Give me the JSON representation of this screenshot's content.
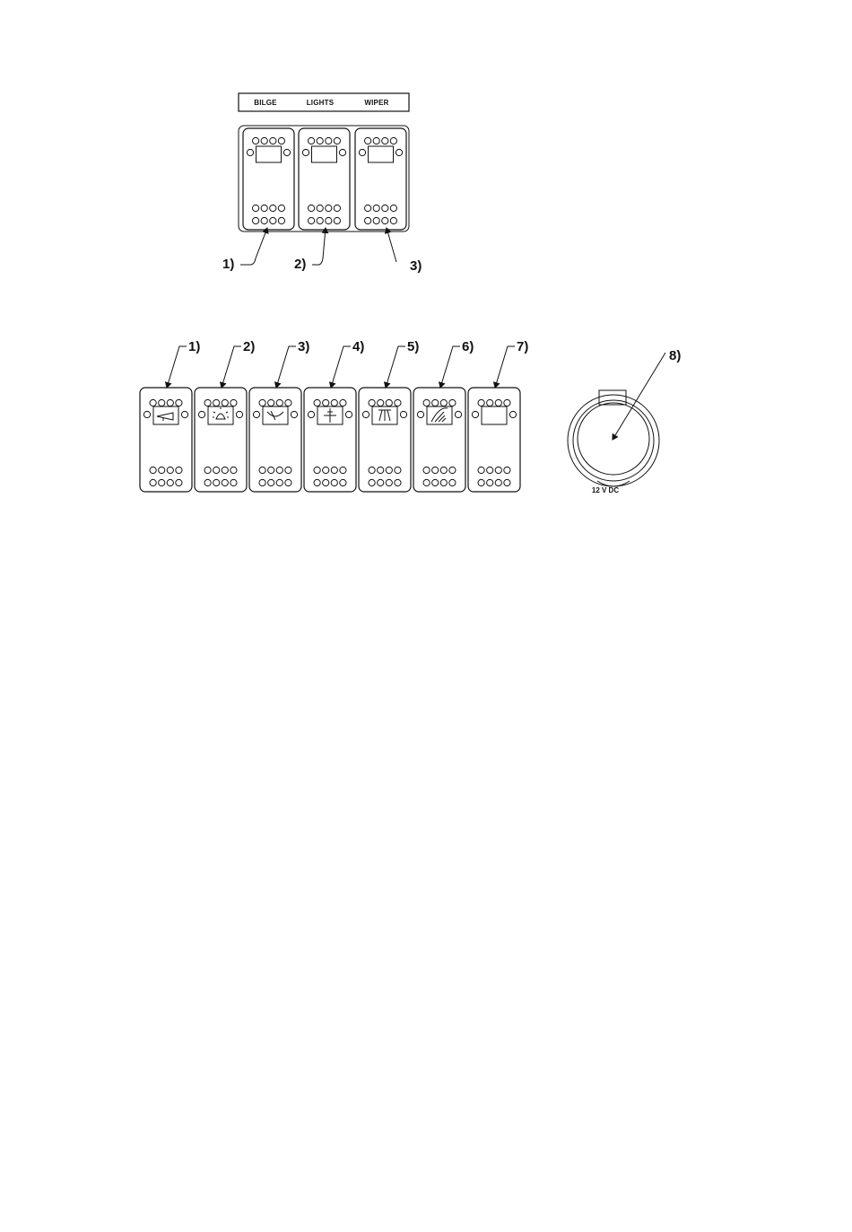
{
  "top_panel": {
    "labels": [
      "BILGE",
      "LIGHTS",
      "WIPER"
    ],
    "callouts": [
      "1)",
      "2)",
      "3)"
    ]
  },
  "bottom_panel": {
    "callouts": [
      "1)",
      "2)",
      "3)",
      "4)",
      "5)",
      "6)",
      "7)"
    ],
    "switch_icons": [
      "horn-icon",
      "navigation-light-icon",
      "wiper-icon",
      "anchor-light-icon",
      "deck-light-icon",
      "washer-icon",
      "blank-icon"
    ]
  },
  "outlet": {
    "callout": "8)",
    "label": "12 V DC"
  }
}
